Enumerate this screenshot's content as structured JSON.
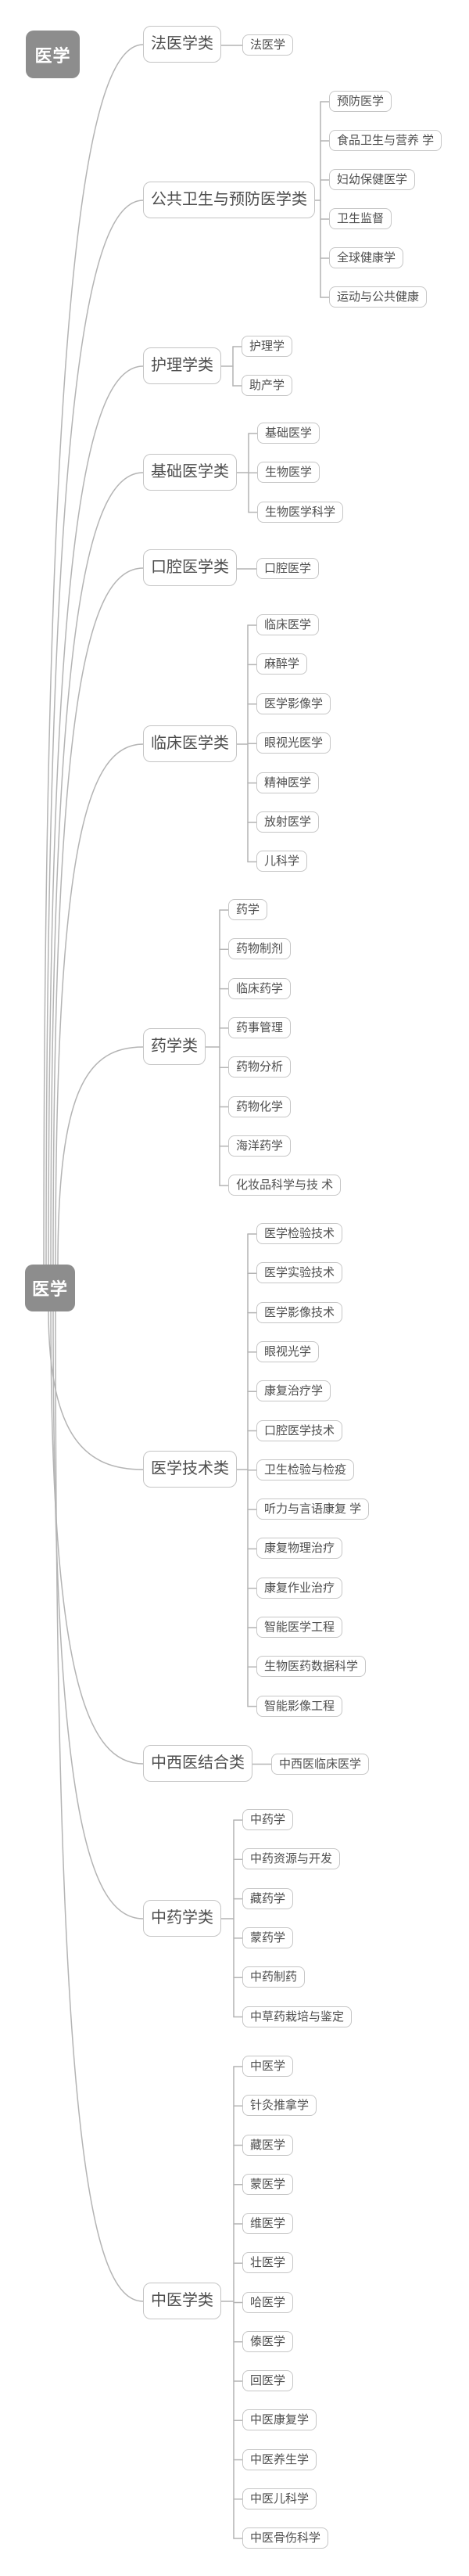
{
  "title_badge": "医学",
  "root": "医学",
  "connector_color": "#b4b4b4",
  "root_color": "#8d8d8d",
  "categories": [
    {
      "id": "fayixue",
      "label": "法医学类",
      "children": [
        "法医学"
      ]
    },
    {
      "id": "gongwei",
      "label": "公共卫生与预防医学类",
      "children": [
        "预防医学",
        "食品卫生与营养 学",
        "妇幼保健医学",
        "卫生监督",
        "全球健康学",
        "运动与公共健康"
      ]
    },
    {
      "id": "huli",
      "label": "护理学类",
      "children": [
        "护理学",
        "助产学"
      ]
    },
    {
      "id": "jichu",
      "label": "基础医学类",
      "children": [
        "基础医学",
        "生物医学",
        "生物医学科学"
      ]
    },
    {
      "id": "kouqiang",
      "label": "口腔医学类",
      "children": [
        "口腔医学"
      ]
    },
    {
      "id": "linchuang",
      "label": "临床医学类",
      "children": [
        "临床医学",
        "麻醉学",
        "医学影像学",
        "眼视光医学",
        "精神医学",
        "放射医学",
        "儿科学"
      ]
    },
    {
      "id": "yaoxue",
      "label": "药学类",
      "children": [
        "药学",
        "药物制剂",
        "临床药学",
        "药事管理",
        "药物分析",
        "药物化学",
        "海洋药学",
        "化妆品科学与技 术"
      ]
    },
    {
      "id": "jishu",
      "label": "医学技术类",
      "children": [
        "医学检验技术",
        "医学实验技术",
        "医学影像技术",
        "眼视光学",
        "康复治疗学",
        "口腔医学技术",
        "卫生检验与检疫",
        "听力与言语康复 学",
        "康复物理治疗",
        "康复作业治疗",
        "智能医学工程",
        "生物医药数据科学",
        "智能影像工程"
      ]
    },
    {
      "id": "zhongxiyi",
      "label": "中西医结合类",
      "children": [
        "中西医临床医学"
      ]
    },
    {
      "id": "zhongyao",
      "label": "中药学类",
      "children": [
        "中药学",
        "中药资源与开发",
        "藏药学",
        "蒙药学",
        "中药制药",
        "中草药栽培与鉴定"
      ]
    },
    {
      "id": "zhongyi",
      "label": "中医学类",
      "children": [
        "中医学",
        "针灸推拿学",
        "藏医学",
        "蒙医学",
        "维医学",
        "壮医学",
        "哈医学",
        "傣医学",
        "回医学",
        "中医康复学",
        "中医养生学",
        "中医儿科学",
        "中医骨伤科学"
      ]
    }
  ]
}
